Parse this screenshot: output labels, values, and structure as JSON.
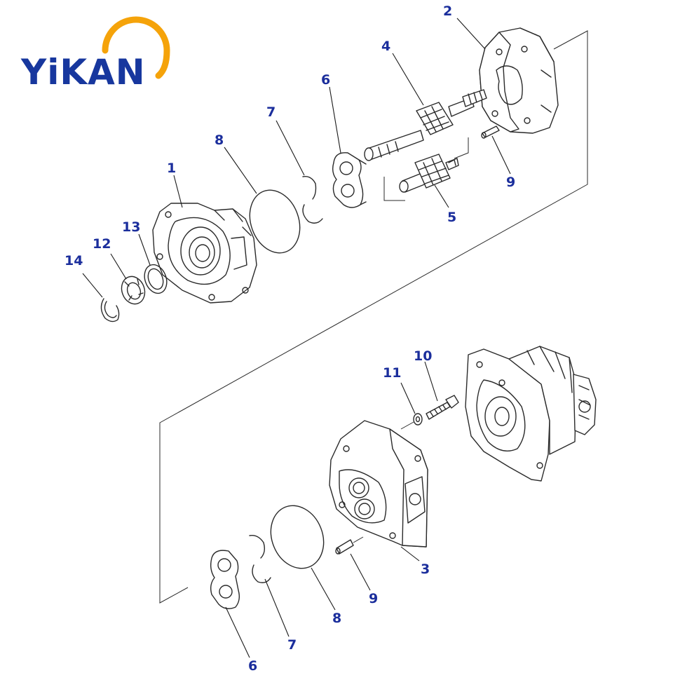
{
  "logo": {
    "text": "YiKAN",
    "arc_color": "#f5a30a",
    "text_color": "#17379e"
  },
  "label_color": "#1b2e9c",
  "callouts": [
    {
      "id": "c2",
      "text": "2"
    },
    {
      "id": "c4",
      "text": "4"
    },
    {
      "id": "c6a",
      "text": "6"
    },
    {
      "id": "c7a",
      "text": "7"
    },
    {
      "id": "c8a",
      "text": "8"
    },
    {
      "id": "c1",
      "text": "1"
    },
    {
      "id": "c9a",
      "text": "9"
    },
    {
      "id": "c5",
      "text": "5"
    },
    {
      "id": "c13",
      "text": "13"
    },
    {
      "id": "c12",
      "text": "12"
    },
    {
      "id": "c14",
      "text": "14"
    },
    {
      "id": "c10",
      "text": "10"
    },
    {
      "id": "c11",
      "text": "11"
    },
    {
      "id": "c3",
      "text": "3"
    },
    {
      "id": "c9b",
      "text": "9"
    },
    {
      "id": "c8b",
      "text": "8"
    },
    {
      "id": "c7b",
      "text": "7"
    },
    {
      "id": "c6b",
      "text": "6"
    }
  ]
}
